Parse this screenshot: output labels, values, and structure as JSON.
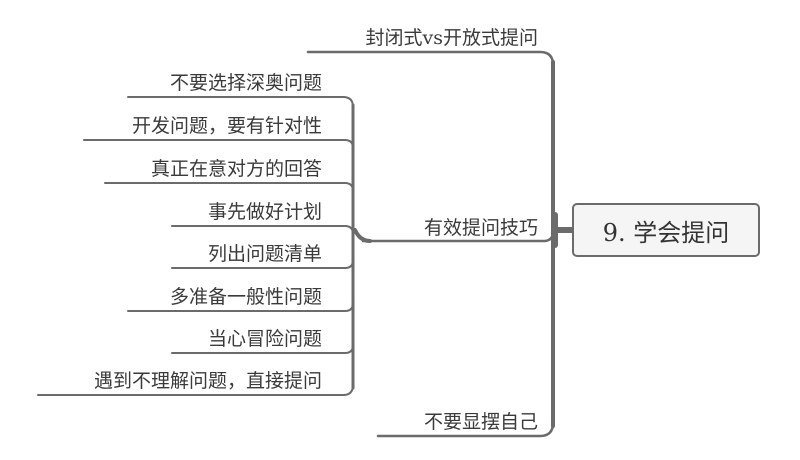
{
  "root": {
    "label": "9. 学会提问"
  },
  "branches": [
    {
      "label": "封闭式vs开放式提问"
    },
    {
      "label": "有效提问技巧",
      "children": [
        {
          "label": "不要选择深奥问题"
        },
        {
          "label": "开发问题，要有针对性"
        },
        {
          "label": "真正在意对方的回答"
        },
        {
          "label": "事先做好计划"
        },
        {
          "label": "列出问题清单"
        },
        {
          "label": "多准备一般性问题"
        },
        {
          "label": "当心冒险问题"
        },
        {
          "label": "遇到不理解问题，直接提问"
        }
      ]
    },
    {
      "label": "不要显摆自己"
    }
  ],
  "colors": {
    "line": "#6b6b6b",
    "root_bg": "#f5f5f5",
    "text": "#333333"
  }
}
